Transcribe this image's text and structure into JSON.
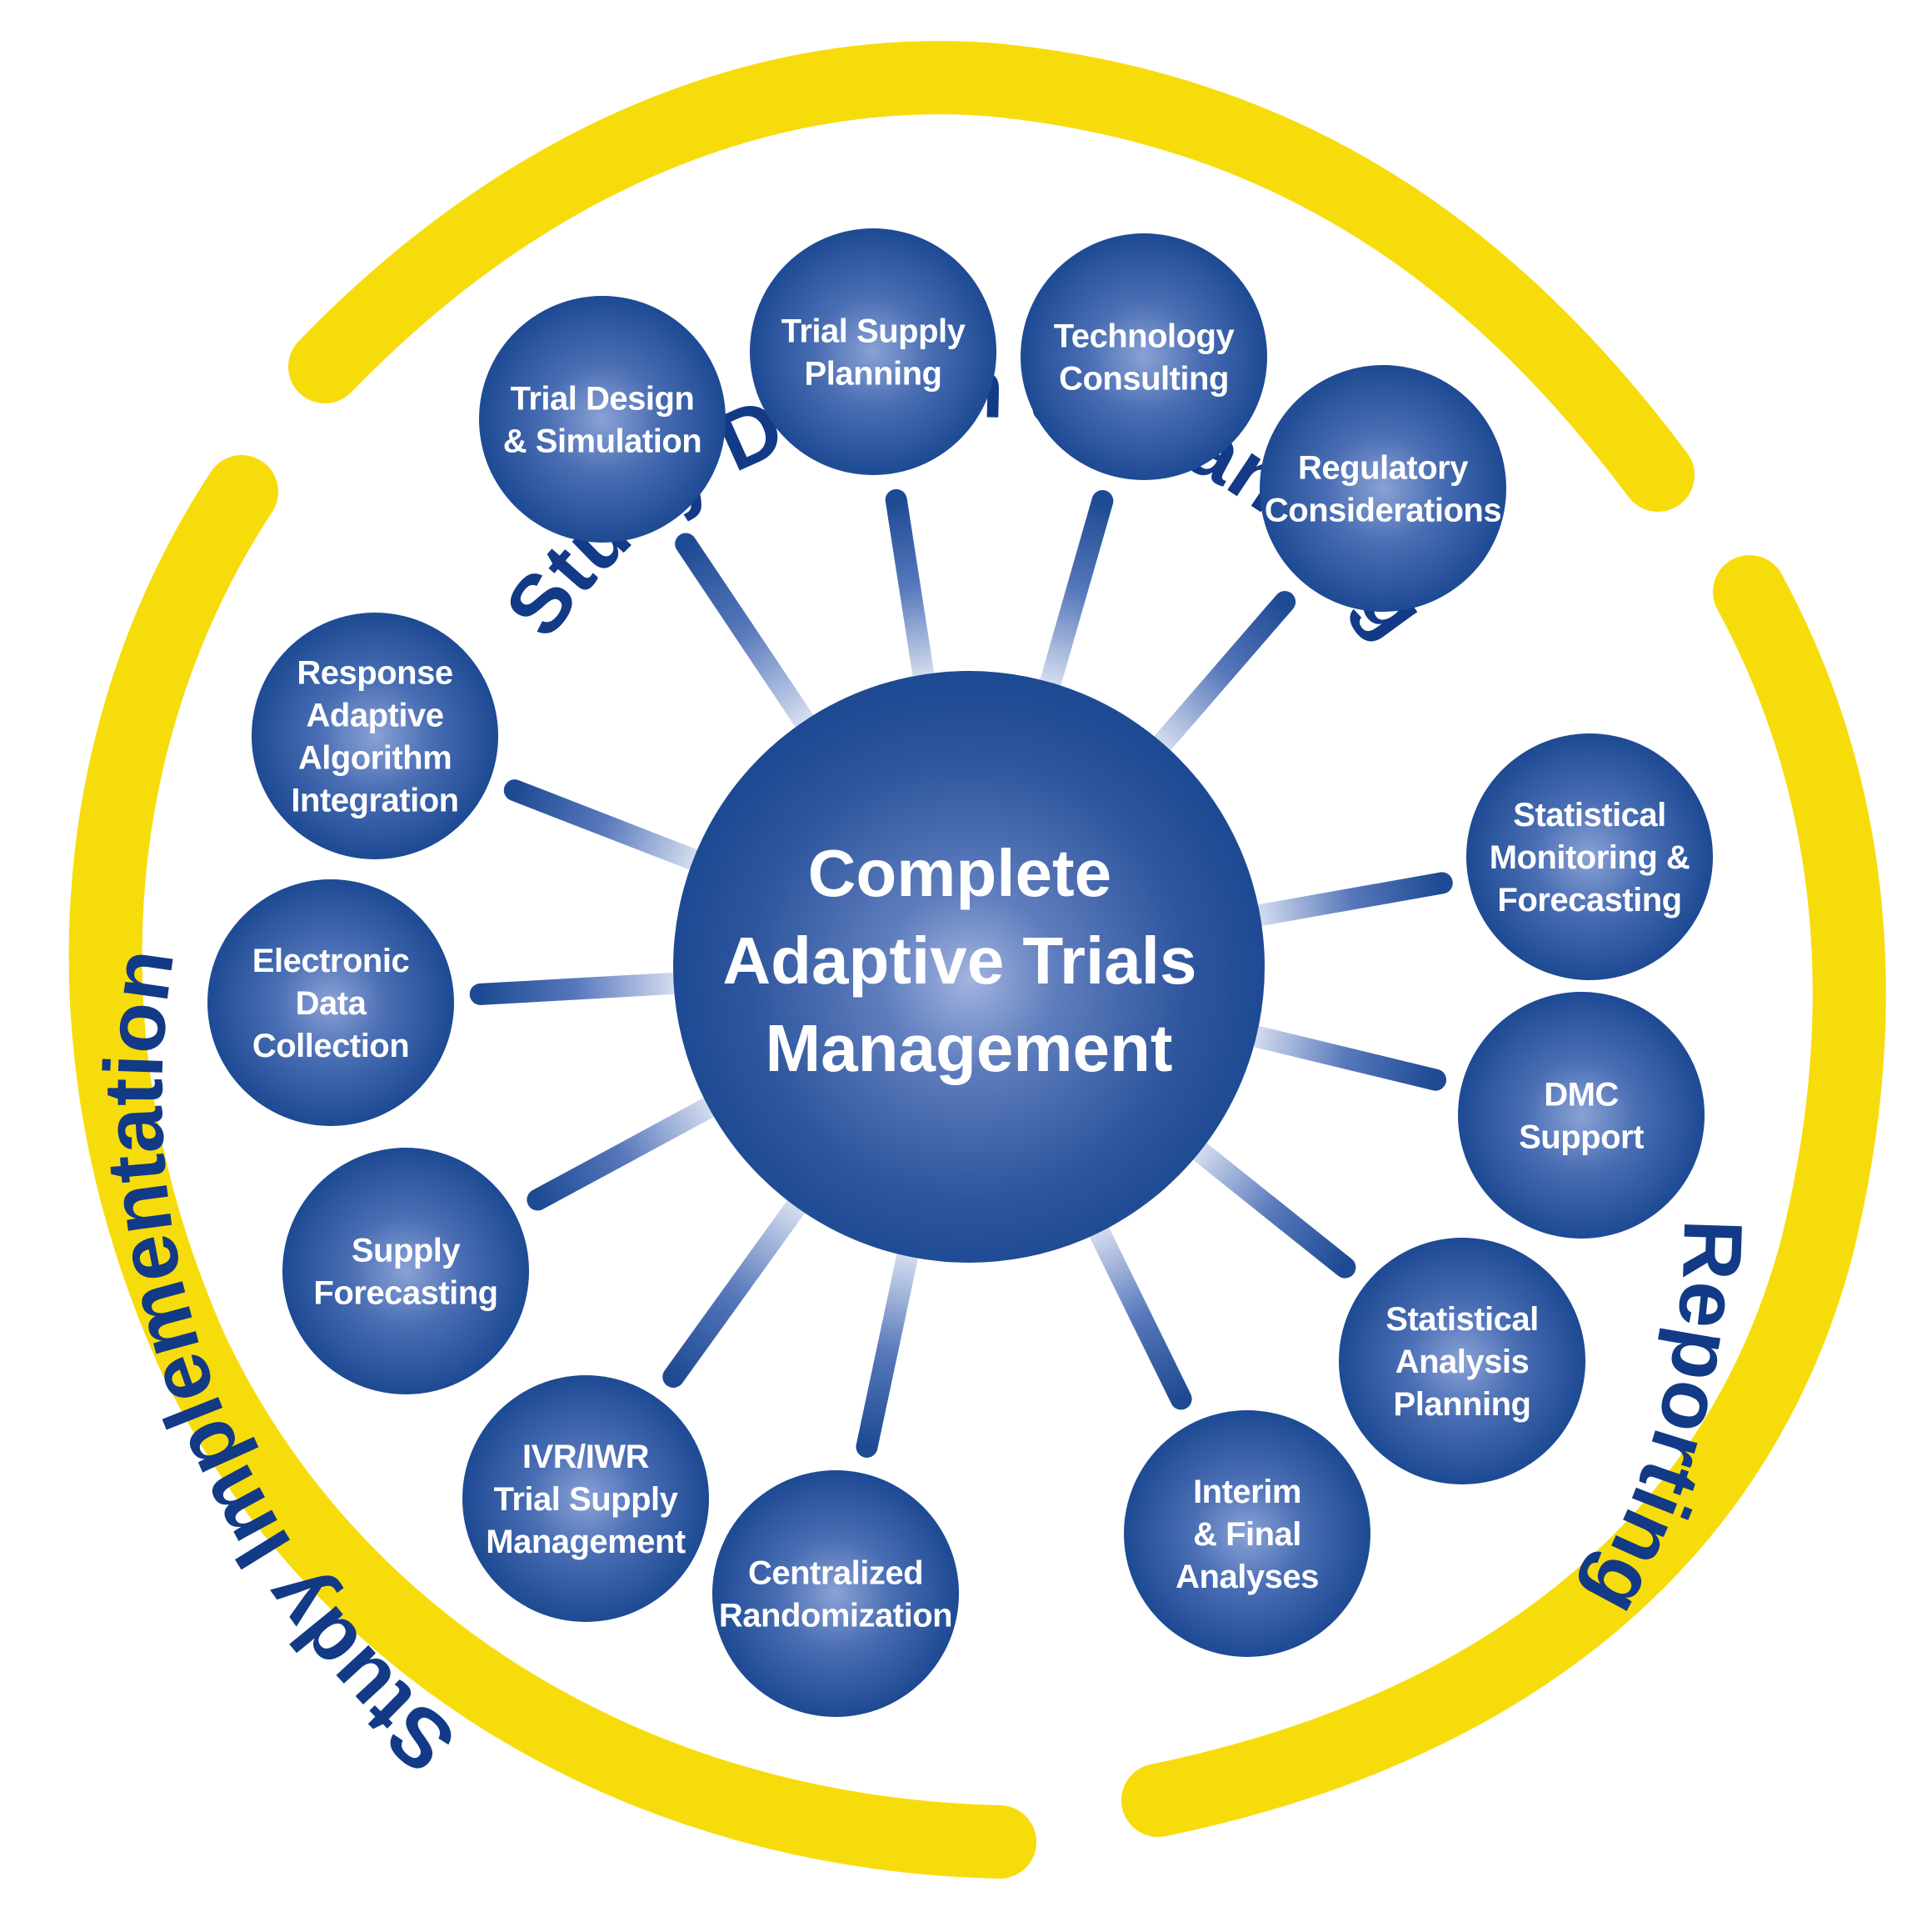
{
  "colors": {
    "ring": "#f7dc0b",
    "label": "#123a86",
    "node_dark": "#1d4a93",
    "node_light": "#8aa2d5",
    "text": "#ffffff"
  },
  "phases": [
    {
      "id": "design",
      "label": "Study Design & Planning"
    },
    {
      "id": "reporting",
      "label": "Reporting"
    },
    {
      "id": "implementation",
      "label": "Study Implementation"
    }
  ],
  "center": {
    "lines": [
      "Complete",
      "Adaptive Trials",
      "Management"
    ]
  },
  "nodes": [
    {
      "id": "trial-design-simulation",
      "lines": [
        "Trial Design",
        "& Simulation"
      ]
    },
    {
      "id": "trial-supply-planning",
      "lines": [
        "Trial Supply",
        "Planning"
      ]
    },
    {
      "id": "technology-consulting",
      "lines": [
        "Technology",
        "Consulting"
      ]
    },
    {
      "id": "regulatory-considerations",
      "lines": [
        "Regulatory",
        "Considerations"
      ]
    },
    {
      "id": "statistical-monitoring-forecasting",
      "lines": [
        "Statistical",
        "Monitoring &",
        "Forecasting"
      ]
    },
    {
      "id": "dmc-support",
      "lines": [
        "DMC",
        "Support"
      ]
    },
    {
      "id": "statistical-analysis-planning",
      "lines": [
        "Statistical",
        "Analysis",
        "Planning"
      ]
    },
    {
      "id": "interim-final-analyses",
      "lines": [
        "Interim",
        "& Final",
        "Analyses"
      ]
    },
    {
      "id": "centralized-randomization",
      "lines": [
        "Centralized",
        "Randomization"
      ]
    },
    {
      "id": "ivr-iwr-trial-supply-management",
      "lines": [
        "IVR/IWR",
        "Trial Supply",
        "Management"
      ]
    },
    {
      "id": "supply-forecasting",
      "lines": [
        "Supply",
        "Forecasting"
      ]
    },
    {
      "id": "electronic-data-collection",
      "lines": [
        "Electronic",
        "Data",
        "Collection"
      ]
    },
    {
      "id": "response-adaptive-algorithm-integration",
      "lines": [
        "Response",
        "Adaptive",
        "Algorithm",
        "Integration"
      ]
    }
  ]
}
